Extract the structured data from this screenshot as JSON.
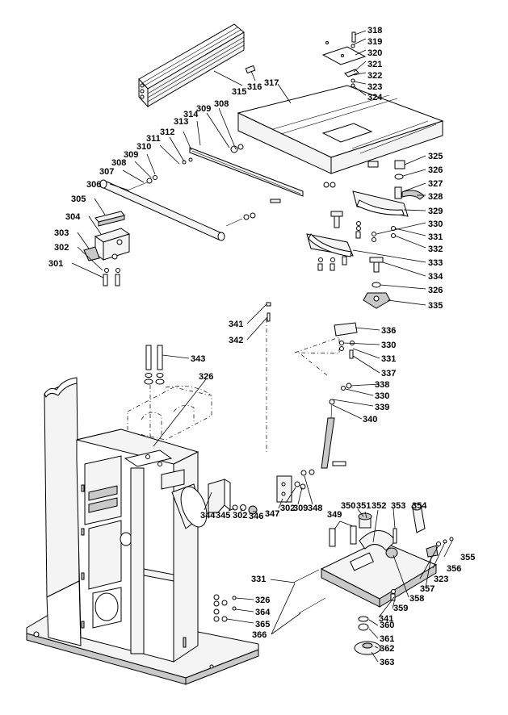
{
  "labels": [
    {
      "n": "301"
    },
    {
      "n": "302"
    },
    {
      "n": "303"
    },
    {
      "n": "304"
    },
    {
      "n": "305"
    },
    {
      "n": "306"
    },
    {
      "n": "307"
    },
    {
      "n": "308"
    },
    {
      "n": "309"
    },
    {
      "n": "310"
    },
    {
      "n": "311"
    },
    {
      "n": "312"
    },
    {
      "n": "313"
    },
    {
      "n": "314"
    },
    {
      "n": "315"
    },
    {
      "n": "316"
    },
    {
      "n": "317"
    },
    {
      "n": "308"
    },
    {
      "n": "309"
    },
    {
      "n": "318"
    },
    {
      "n": "319"
    },
    {
      "n": "320"
    },
    {
      "n": "321"
    },
    {
      "n": "322"
    },
    {
      "n": "323"
    },
    {
      "n": "324"
    },
    {
      "n": "325"
    },
    {
      "n": "326"
    },
    {
      "n": "327"
    },
    {
      "n": "328"
    },
    {
      "n": "329"
    },
    {
      "n": "330"
    },
    {
      "n": "331"
    },
    {
      "n": "332"
    },
    {
      "n": "333"
    },
    {
      "n": "334"
    },
    {
      "n": "326"
    },
    {
      "n": "335"
    },
    {
      "n": "341"
    },
    {
      "n": "342"
    },
    {
      "n": "343"
    },
    {
      "n": "326"
    },
    {
      "n": "336"
    },
    {
      "n": "330"
    },
    {
      "n": "331"
    },
    {
      "n": "337"
    },
    {
      "n": "338"
    },
    {
      "n": "330"
    },
    {
      "n": "339"
    },
    {
      "n": "340"
    },
    {
      "n": "344"
    },
    {
      "n": "345"
    },
    {
      "n": "302"
    },
    {
      "n": "346"
    },
    {
      "n": "347"
    },
    {
      "n": "302"
    },
    {
      "n": "309"
    },
    {
      "n": "348"
    },
    {
      "n": "349"
    },
    {
      "n": "350"
    },
    {
      "n": "351"
    },
    {
      "n": "352"
    },
    {
      "n": "353"
    },
    {
      "n": "354"
    },
    {
      "n": "355"
    },
    {
      "n": "356"
    },
    {
      "n": "323"
    },
    {
      "n": "357"
    },
    {
      "n": "358"
    },
    {
      "n": "359"
    },
    {
      "n": "341"
    },
    {
      "n": "360"
    },
    {
      "n": "361"
    },
    {
      "n": "362"
    },
    {
      "n": "363"
    },
    {
      "n": "331"
    },
    {
      "n": "326"
    },
    {
      "n": "364"
    },
    {
      "n": "365"
    },
    {
      "n": "366"
    }
  ]
}
